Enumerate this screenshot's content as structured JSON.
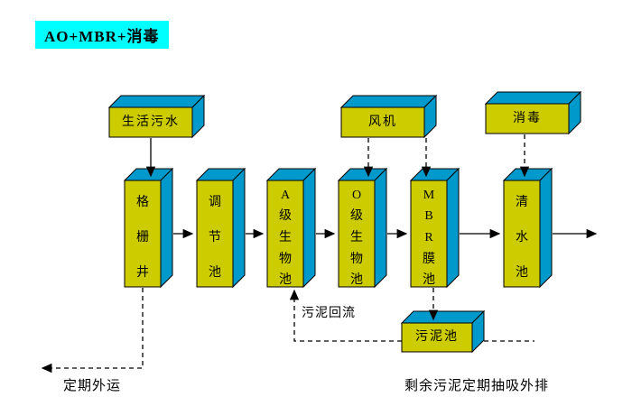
{
  "title": "AO+MBR+消毒",
  "colors": {
    "front": "#cccc00",
    "face": "#0099cc",
    "title_bg": "#00ffff",
    "ink": "#000000"
  },
  "boxes": {
    "sewage": {
      "label": "生活污水"
    },
    "fan": {
      "label": "风机"
    },
    "disinfect": {
      "label": "消毒"
    },
    "grid_well": {
      "label": "格栅井"
    },
    "regulating": {
      "label": "调节池"
    },
    "a_bio": {
      "label": "A级生物池"
    },
    "o_bio": {
      "label": "O级生物池"
    },
    "mbr": {
      "label": "MBR膜池"
    },
    "clean": {
      "label": "清水池"
    },
    "sludge": {
      "label": "污泥池"
    }
  },
  "annotations": {
    "sludge_return": "污泥回流",
    "periodic_transport": "定期外运",
    "excess_sludge": "剩余污泥定期抽吸外排"
  }
}
